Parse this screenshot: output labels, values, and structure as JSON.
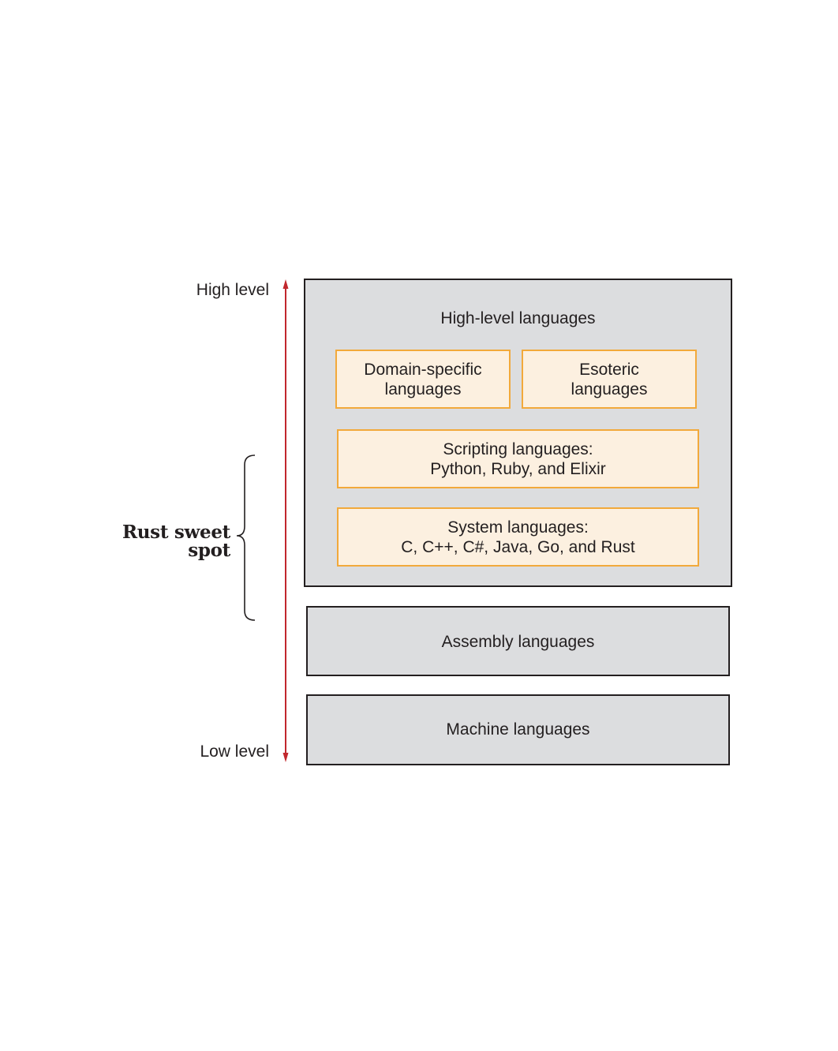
{
  "axis": {
    "high_label": "High level",
    "low_label": "Low level",
    "arrow_color": "#c1272d"
  },
  "sweet_spot": {
    "label": "Rust sweet spot"
  },
  "layers": {
    "high_level": {
      "title": "High-level languages",
      "boxes": {
        "domain_specific": {
          "line1": "Domain-specific",
          "line2": "languages"
        },
        "esoteric": {
          "line1": "Esoteric",
          "line2": "languages"
        },
        "scripting": {
          "line1": "Scripting languages:",
          "line2": "Python, Ruby, and Elixir"
        },
        "system": {
          "line1": "System languages:",
          "line2": "C, C++, C#, Java, Go, and Rust"
        }
      }
    },
    "assembly": {
      "title": "Assembly languages"
    },
    "machine": {
      "title": "Machine languages"
    }
  },
  "colors": {
    "gray_fill": "#dcdddf",
    "orange_border": "#f2a93b",
    "orange_fill": "#fcf0e0",
    "outline": "#231f20"
  }
}
